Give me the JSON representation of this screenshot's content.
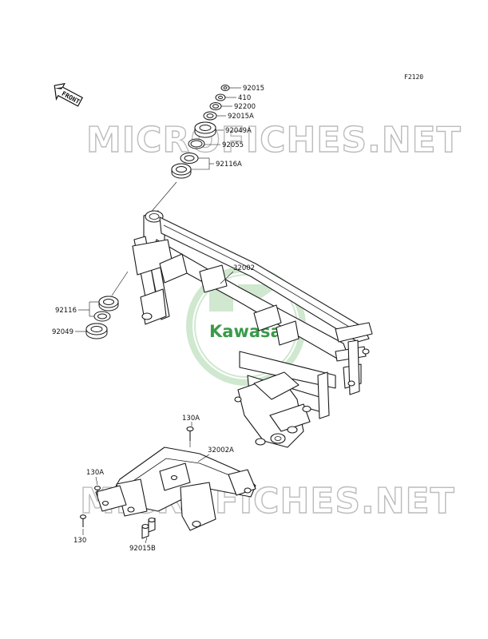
{
  "figure_id": "F2120",
  "front_marker": "FRONT",
  "watermark": "MICROFICHES.NET",
  "brand": "Kawasaki",
  "labels": {
    "p92015": "92015",
    "p410": "410",
    "p92200": "92200",
    "p92015A": "92015A",
    "p92049A": "92049A",
    "p92055": "92055",
    "p92116A": "92116A",
    "p32002": "32002",
    "p92116": "92116",
    "p92049": "92049",
    "p130A_top": "130A",
    "p32002A": "32002A",
    "p130A_left": "130A",
    "p130": "130",
    "p92015B": "92015B"
  },
  "colors": {
    "watermark_gray": "#bcbcbc",
    "kawasaki_green": "#3a9a4a",
    "kawasaki_green_light": "#cfe8cf",
    "line": "#1a1a1a"
  }
}
